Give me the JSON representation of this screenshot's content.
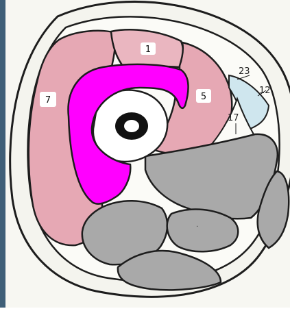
{
  "labels": {
    "muscle_1": "1",
    "muscle_5": "5",
    "muscle_7": "7",
    "label_17": "17",
    "label_23": "23",
    "label_12": "12"
  },
  "colors": {
    "background_left_edge": "#3f5f78",
    "page": "#f7f7f2",
    "outline": "#1d1d1d",
    "pink_muscle": "#e6a8b4",
    "pink_muscle_inner": "#eab6c0",
    "gray_muscle": "#a9a9a9",
    "light_blue": "#cfe6ee",
    "magenta_highlight": "#ff00ff",
    "bone": "#ffffff",
    "marrow": "#111111"
  },
  "icons": {
    "background": "left-dark-photo-strip",
    "bone_center": "femur-cross-section"
  }
}
